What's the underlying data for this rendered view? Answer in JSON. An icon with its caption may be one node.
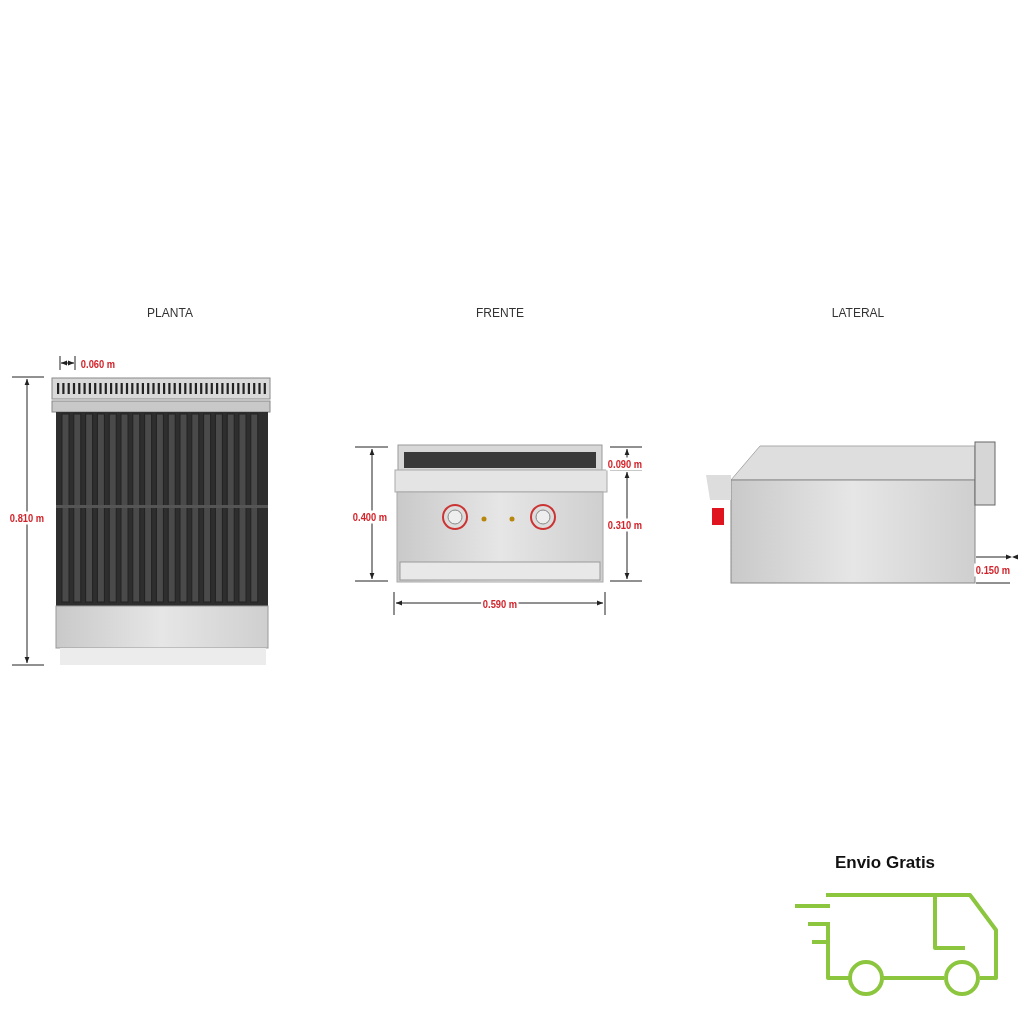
{
  "diagram": {
    "labels": [
      "PLANTA",
      "FRENTE",
      "LATERAL",
      "0.060 m",
      "0.810 m",
      "0.400 m",
      "0.090 m",
      "0.310 m",
      "0.590 m",
      "0.150 m",
      "Envio Gratis"
    ]
  }
}
